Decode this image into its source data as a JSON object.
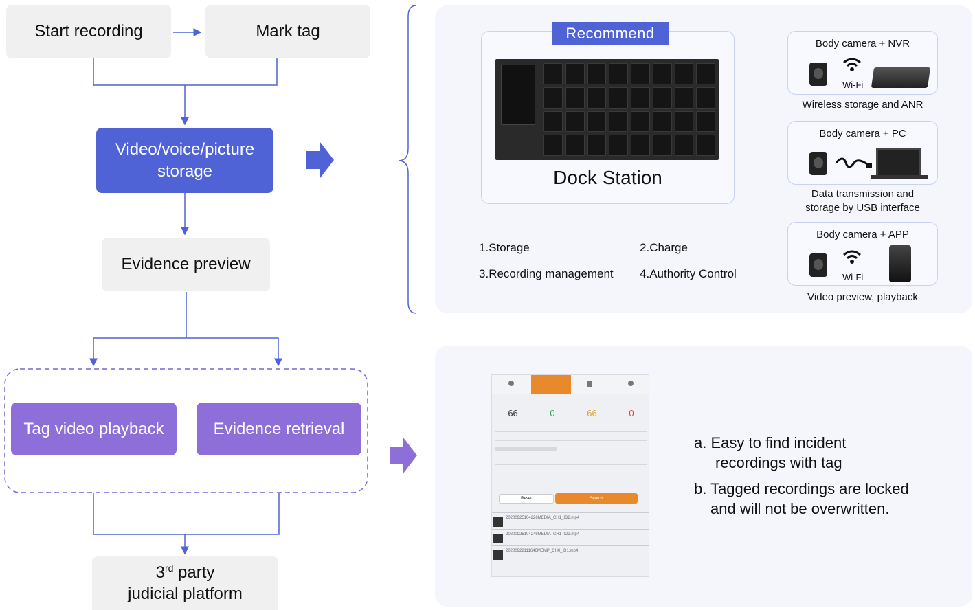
{
  "flow": {
    "start_recording": "Start recording",
    "mark_tag": "Mark tag",
    "storage_line1": "Video/voice/picture",
    "storage_line2": "storage",
    "evidence_preview": "Evidence preview",
    "tag_video_playback": "Tag video playback",
    "evidence_retrieval": "Evidence retrieval",
    "third_party_num": "3",
    "third_party_sup": "rd",
    "third_party_rest": " party",
    "third_party_line2": "judicial platform"
  },
  "dock": {
    "recommend": "Recommend",
    "label": "Dock Station",
    "features": [
      {
        "num": "1.",
        "text": "Storage"
      },
      {
        "num": "2.",
        "text": "Charge"
      },
      {
        "num": "3.",
        "text": "Recording management"
      },
      {
        "num": "4.",
        "text": "Authority Control"
      }
    ]
  },
  "options": [
    {
      "title": "Body camera + NVR",
      "caption_line1": "Wireless storage and ANR",
      "caption_line2": "",
      "wifi": "Wi-Fi"
    },
    {
      "title": "Body camera + PC",
      "caption_line1": "Data transmission and",
      "caption_line2": "storage by USB interface",
      "wifi": ""
    },
    {
      "title": "Body camera + APP",
      "caption_line1": "Video preview, playback",
      "caption_line2": "",
      "wifi": "Wi-Fi"
    }
  ],
  "screenshot": {
    "counts": [
      "66",
      "0",
      "66",
      "0"
    ],
    "count_colors": [
      "#333333",
      "#2ea84a",
      "#e5a52a",
      "#e0433a"
    ],
    "reset": "Reset",
    "search": "Search",
    "rows": [
      "20200925104226MEDIA_CH1_ID2.mp4",
      "20200925104249MEDIA_CH1_ID2.mp4",
      "20200928111646MEMP_CH0_ID1.mp4"
    ]
  },
  "notes": {
    "a_line1": "a. Easy to find incident",
    "a_line2": "recordings with tag",
    "b_line1": "b. Tagged recordings are locked",
    "b_line2": "and will not be overwritten."
  },
  "colors": {
    "accent_blue": "#4f63d6",
    "accent_purple": "#8e6fd9",
    "line": "#4f63d6",
    "orange": "#e88a2c"
  }
}
